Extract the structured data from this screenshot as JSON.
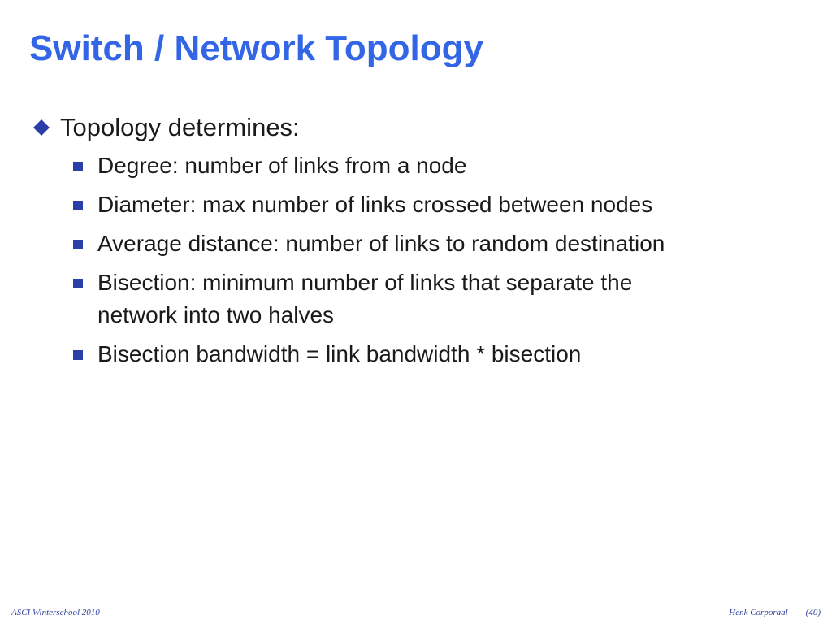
{
  "slide": {
    "title": "Switch / Network Topology",
    "main_bullet": {
      "text": "Topology determines:",
      "icon": "diamond-bullet-icon"
    },
    "sub_bullets": [
      {
        "text": "Degree: number of links from a node"
      },
      {
        "text": "Diameter: max number of links crossed between nodes"
      },
      {
        "text": "Average distance: number of links to random destination"
      },
      {
        "text": "Bisection: minimum number of links that separate the\nnetwork into two halves"
      },
      {
        "text": "Bisection bandwidth = link bandwidth * bisection"
      }
    ]
  },
  "footer": {
    "left": "ASCI Winterschool 2010",
    "author": "Henk Corporaal",
    "page": "(40)"
  },
  "colors": {
    "title": "#3366e6",
    "bullet": "#2a3ea8",
    "footer": "#2f3f9f"
  }
}
